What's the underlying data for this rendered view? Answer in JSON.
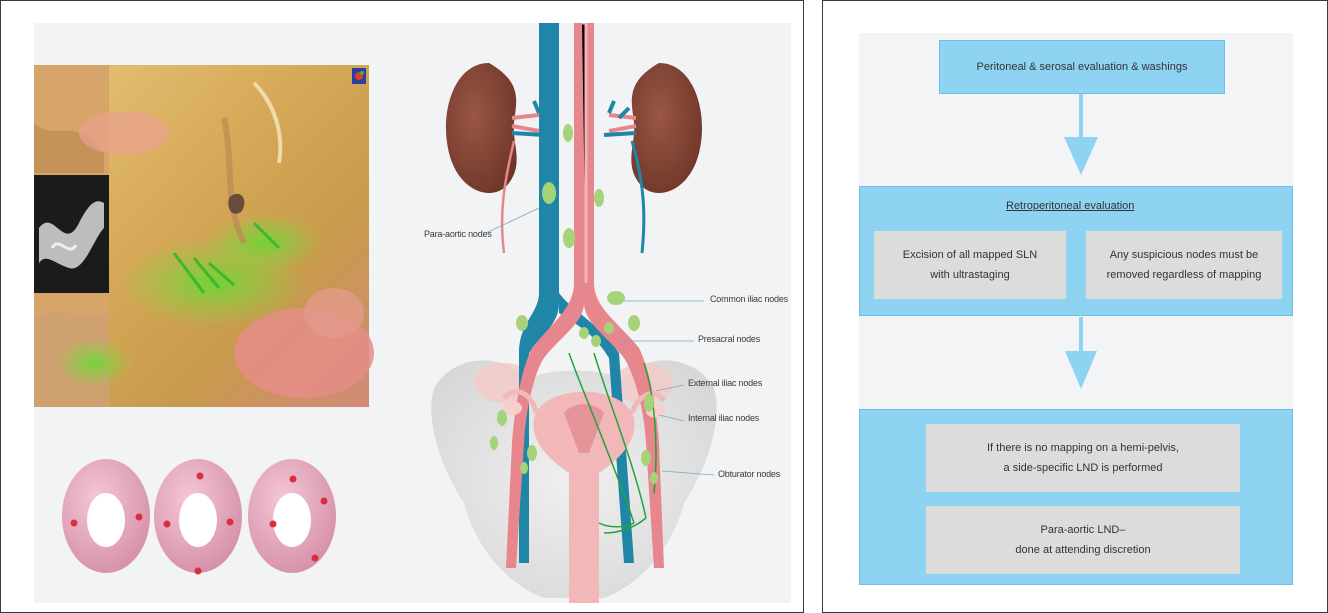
{
  "anatomy": {
    "labels": {
      "para_aortic": "Para-aortic nodes",
      "common_iliac": "Common iliac nodes",
      "presacral": "Presacral nodes",
      "external_iliac": "External iliac nodes",
      "internal_iliac": "Internal iliac nodes",
      "obturator": "Obturator nodes"
    }
  },
  "flowchart": {
    "step1": "Peritoneal & serosal evaluation & washings",
    "section2_title": "Retroperitoneal evaluation",
    "step2a": "Excision of all mapped SLN\nwith ultrastaging",
    "step2b": "Any suspicious nodes must be\nremoved regardless of mapping",
    "step3a": "If there is no mapping on a hemi-pelvis,\na side-specific LND is performed",
    "step3b": "Para-aortic LND–\ndone at attending discretion"
  },
  "colors": {
    "flow_blue": "#8fd3f3",
    "flow_gray": "#dcdcdc",
    "vein_blue": "#1f86a8",
    "artery_pink": "#e8868d",
    "node_green": "#a6d27a",
    "kidney": "#8a4a3a",
    "donut_pink": "#e6a9c0",
    "donut_dot": "#d6313b"
  },
  "icons": [
    "image-logo-icon",
    "down-arrow-icon"
  ]
}
